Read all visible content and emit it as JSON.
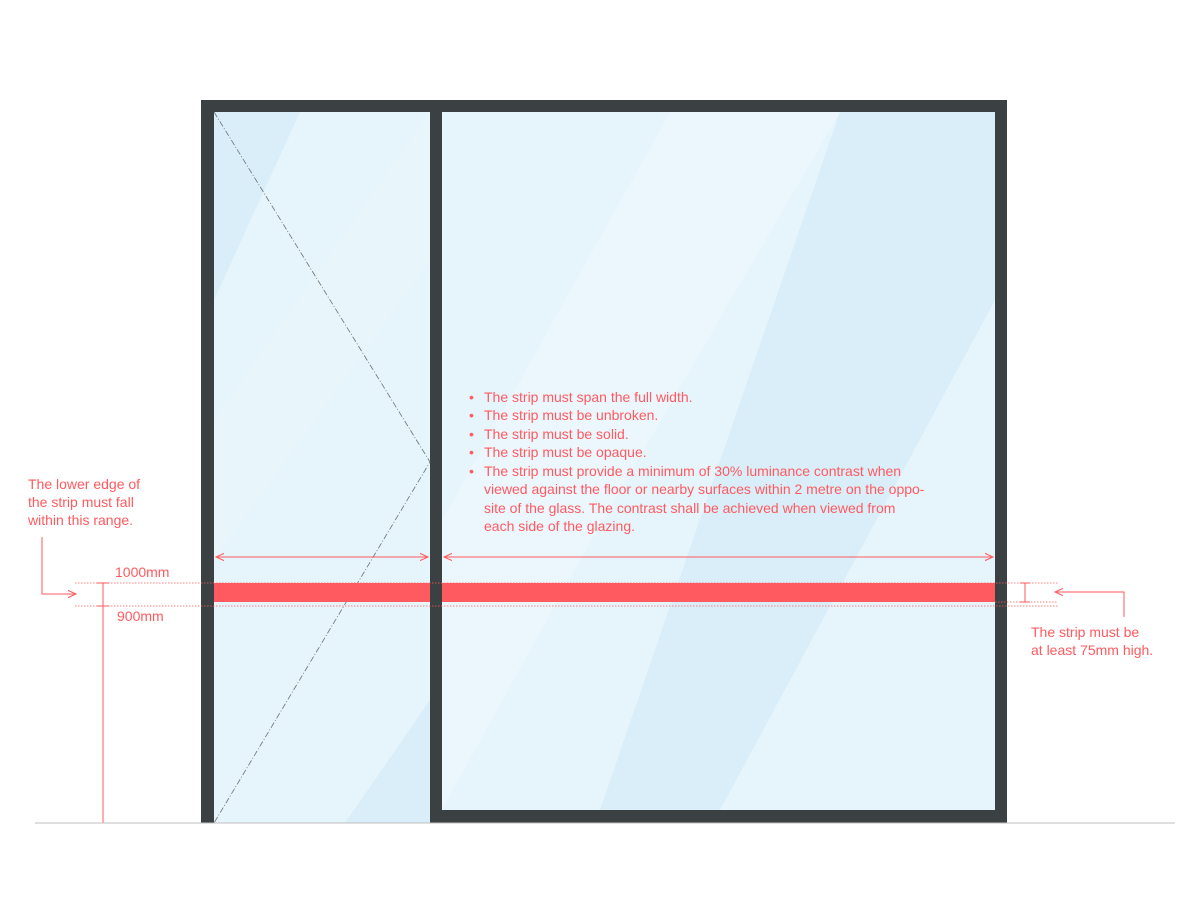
{
  "colors": {
    "accent": "#ff5a5f",
    "frame": "#3b4142",
    "glass": "#e6f4fb",
    "glass_band": "#d6ecf8",
    "ground": "#bfbfbf"
  },
  "annotations": {
    "lower_edge_line1": "The lower edge of",
    "lower_edge_line2": "the strip must fall",
    "lower_edge_line3": "within this range.",
    "height_1000": "1000mm",
    "height_900": "900mm",
    "strip_height_line1": "The strip must be",
    "strip_height_line2": "at least 75mm high."
  },
  "requirements": {
    "bullet": "•",
    "r1": "The strip must span the full width.",
    "r2": "The strip must be unbroken.",
    "r3": "The strip must be solid.",
    "r4": "The strip must be opaque.",
    "r5_line1": "The strip must provide a minimum of 30% luminance contrast when",
    "r5_line2": "viewed against the floor or nearby surfaces within 2 metre on the oppo-",
    "r5_line3": "site of the glass. The contrast shall be achieved when viewed from",
    "r5_line4": "each side of the glazing."
  }
}
